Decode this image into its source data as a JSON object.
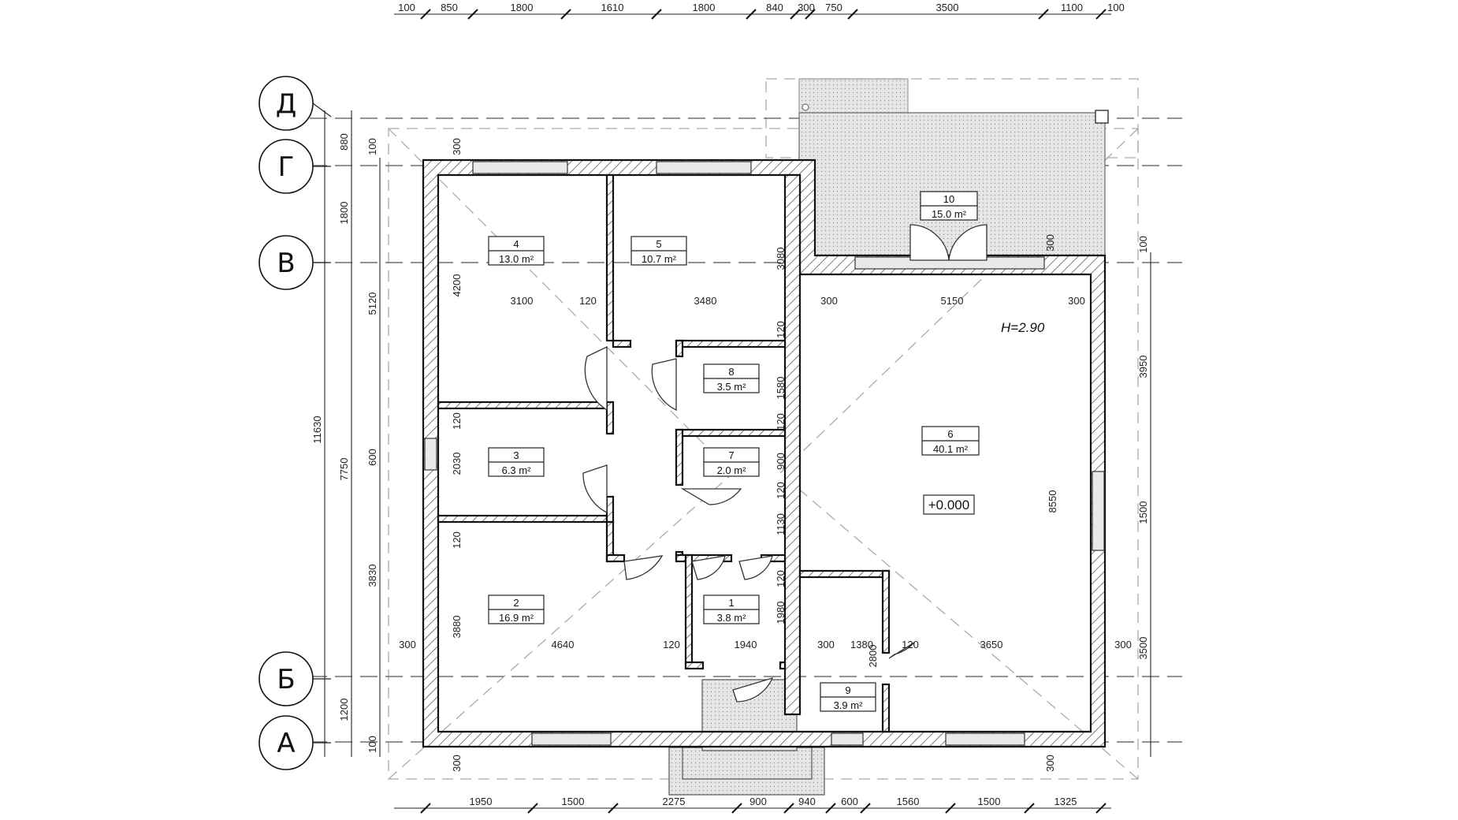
{
  "axes": [
    "Д",
    "Г",
    "В",
    "Б",
    "А"
  ],
  "dims_top": [
    "100",
    "850",
    "1800",
    "1610",
    "1800",
    "840",
    "300",
    "750",
    "3500",
    "1100",
    "100"
  ],
  "dims_bottom": [
    "1950",
    "1500",
    "2275",
    "900",
    "940",
    "600",
    "1560",
    "1500",
    "1325"
  ],
  "dims_left_outer": [
    "880",
    "1800",
    "11630",
    "1200"
  ],
  "dims_left_inner": [
    "100",
    "5120",
    "7750",
    "600",
    "3830",
    "100"
  ],
  "dims_right": [
    "100",
    "3950",
    "1500",
    "3500"
  ],
  "dims_interior": {
    "d3100": "3100",
    "d120a": "120",
    "d3480": "3480",
    "d300a": "300",
    "d5150": "5150",
    "d300b": "300",
    "d4200": "4200",
    "d300c": "300",
    "d3080": "3080",
    "d120b": "120",
    "d1580": "1580",
    "d120c": "120",
    "d900": "900",
    "d120d": "120",
    "d1130": "1130",
    "d120e": "120",
    "d1980": "1980",
    "d120f": "120",
    "d2030": "2030",
    "d120g": "120",
    "d3880": "3880",
    "d300d": "300",
    "d4640": "4640",
    "d120h": "120",
    "d1940": "1940",
    "d300e": "300",
    "d1380": "1380",
    "d2800": "2800",
    "d120i": "120",
    "d3650": "3650",
    "d300f": "300",
    "d8550": "8550",
    "d300g": "300",
    "d300h": "300",
    "d300i": "300"
  },
  "rooms": [
    {
      "num": "1",
      "area": "3.8 m²"
    },
    {
      "num": "2",
      "area": "16.9 m²"
    },
    {
      "num": "3",
      "area": "6.3 m²"
    },
    {
      "num": "4",
      "area": "13.0 m²"
    },
    {
      "num": "5",
      "area": "10.7 m²"
    },
    {
      "num": "6",
      "area": "40.1 m²"
    },
    {
      "num": "7",
      "area": "2.0 m²"
    },
    {
      "num": "8",
      "area": "3.5 m²"
    },
    {
      "num": "9",
      "area": "3.9 m²"
    },
    {
      "num": "10",
      "area": "15.0 m²"
    }
  ],
  "level_mark": "+0.000",
  "height_mark": "H=2.90"
}
